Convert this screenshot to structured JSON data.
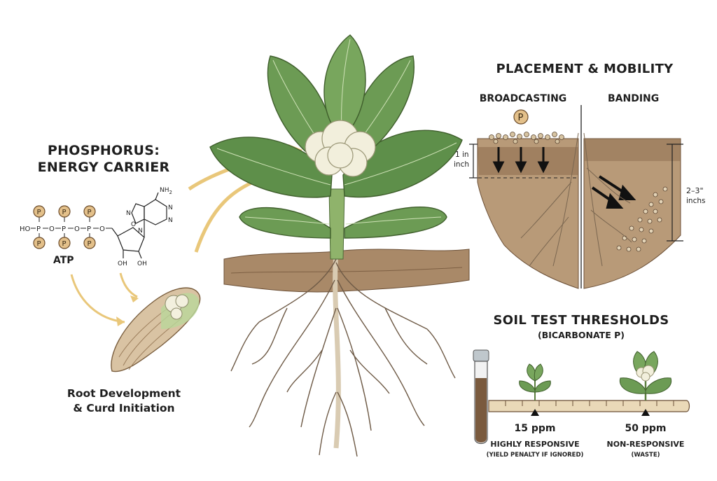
{
  "left": {
    "title_line1": "PHOSPHORUS:",
    "title_line2": "ENERGY CARRIER",
    "atp_label": "ATP",
    "phosphate_symbol": "P",
    "atp_groups": [
      "HO",
      "O",
      "O",
      "O"
    ],
    "adenine_amine": "NH",
    "adenine_subscript": "2",
    "ring_atoms": [
      "N",
      "N",
      "N",
      "N",
      "O"
    ],
    "hydroxyls": [
      "OH",
      "OH"
    ],
    "caption_line1": "Root Development",
    "caption_line2": "& Curd Initiation"
  },
  "placement": {
    "title": "PLACEMENT & MOBILITY",
    "broadcasting_label": "BROADCASTING",
    "banding_label": "BANDING",
    "marker_symbol": "P",
    "depth_broadcast_line1": "1 in",
    "depth_broadcast_line2": "inch",
    "depth_band_line1": "2–3\"",
    "depth_band_line2": "inchs"
  },
  "soil_test": {
    "title": "SOIL TEST THRESHOLDS",
    "subtitle": "(BICARBONATE P)",
    "threshold_low": {
      "value": "15 ppm",
      "label": "HIGHLY RESPONSIVE",
      "note": "(YIELD PENALTY IF IGNORED)"
    },
    "threshold_high": {
      "value": "50 ppm",
      "label": "NON-RESPONSIVE",
      "note": "(WASTE)"
    }
  },
  "colors": {
    "leaf": "#5e8f4a",
    "leaf_light": "#9cc080",
    "curd": "#f2efdc",
    "soil": "#8b6a4c",
    "soil_light": "#c9a984",
    "root": "#e9dcc6",
    "phosphate": "#d8b27a",
    "arrow": "#e9c77a"
  }
}
